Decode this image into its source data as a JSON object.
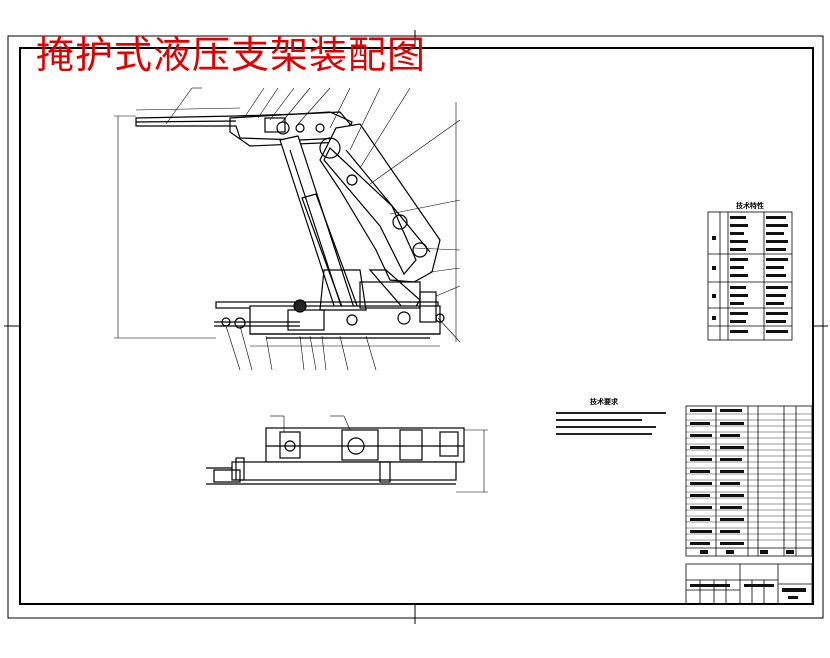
{
  "drawing": {
    "title": "掩护式液压支架装配图",
    "title_color": "#e00000",
    "tech_spec_title": "技术特性",
    "tech_req_title": "技术要求"
  }
}
